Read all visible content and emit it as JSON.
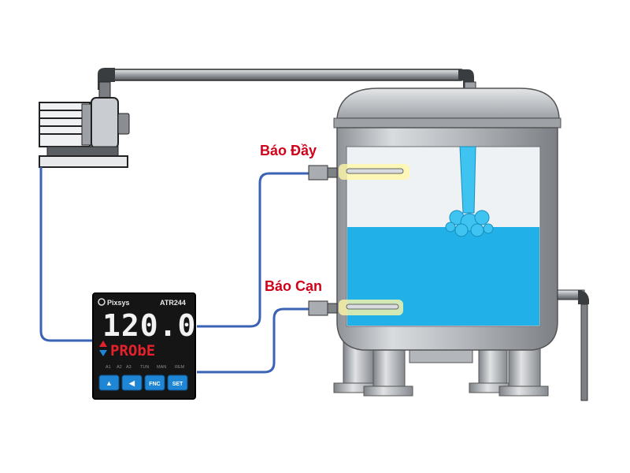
{
  "labels": {
    "high_level": "Báo Đầy",
    "low_level": "Báo Cạn"
  },
  "controller": {
    "brand": "Pixsys",
    "model": "ATR244",
    "main_display": "120.0",
    "sub_display": "PRObE",
    "indicators": [
      "A1",
      "A2",
      "A3",
      "TUN",
      "MAN",
      "REM"
    ],
    "buttons": [
      "▲",
      "◀",
      "FNC",
      "SET"
    ]
  },
  "colors": {
    "label_red": "#d0021b",
    "water": "#21b1e8",
    "cable": "#3a63b6",
    "display_white": "#f2f2f2",
    "display_red": "#e3222b",
    "button_blue": "#1f86d6"
  }
}
